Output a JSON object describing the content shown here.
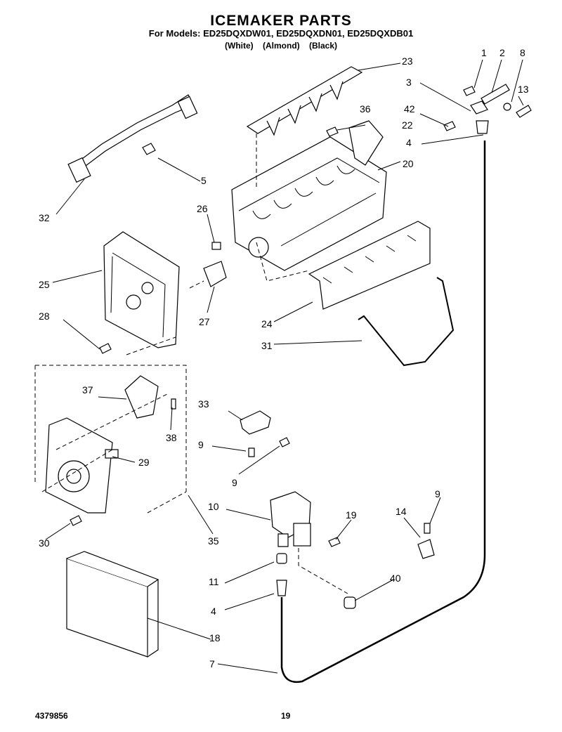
{
  "header": {
    "title": "ICEMAKER PARTS",
    "models": "For Models: ED25DQXDW01, ED25DQXDN01, ED25DQXDB01",
    "colors": "(White)   (Almond)   (Black)"
  },
  "footer": {
    "doc_number": "4379856",
    "page_number": "19"
  },
  "callouts": [
    "1",
    "2",
    "8",
    "3",
    "13",
    "42",
    "36",
    "22",
    "4",
    "20",
    "23",
    "5",
    "32",
    "26",
    "25",
    "28",
    "27",
    "24",
    "31",
    "37",
    "38",
    "29",
    "33",
    "9",
    "9",
    "30",
    "35",
    "10",
    "19",
    "14",
    "9",
    "11",
    "40",
    "4",
    "18",
    "7"
  ]
}
